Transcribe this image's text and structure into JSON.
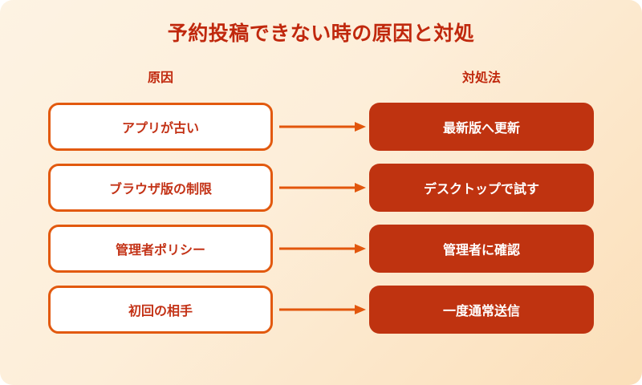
{
  "diagram": {
    "title": "予約投稿できない時の原因と対処",
    "columns": {
      "cause_header": "原因",
      "remedy_header": "対処法"
    },
    "rows": [
      {
        "cause": "アプリが古い",
        "remedy": "最新版へ更新"
      },
      {
        "cause": "ブラウザ版の制限",
        "remedy": "デスクトップで試す"
      },
      {
        "cause": "管理者ポリシー",
        "remedy": "管理者に確認"
      },
      {
        "cause": "初回の相手",
        "remedy": "一度通常送信"
      }
    ],
    "colors": {
      "title_text": "#c0280d",
      "header_text": "#c0280d",
      "cause_box_fill": "#ffffff",
      "cause_box_border": "#e2590e",
      "cause_box_text": "#c33216",
      "remedy_box_fill": "#bf3310",
      "remedy_box_text": "#ffffff",
      "arrow": "#e2560c",
      "background_from": "#fdf3e3",
      "background_to": "#fbdfb9"
    }
  }
}
